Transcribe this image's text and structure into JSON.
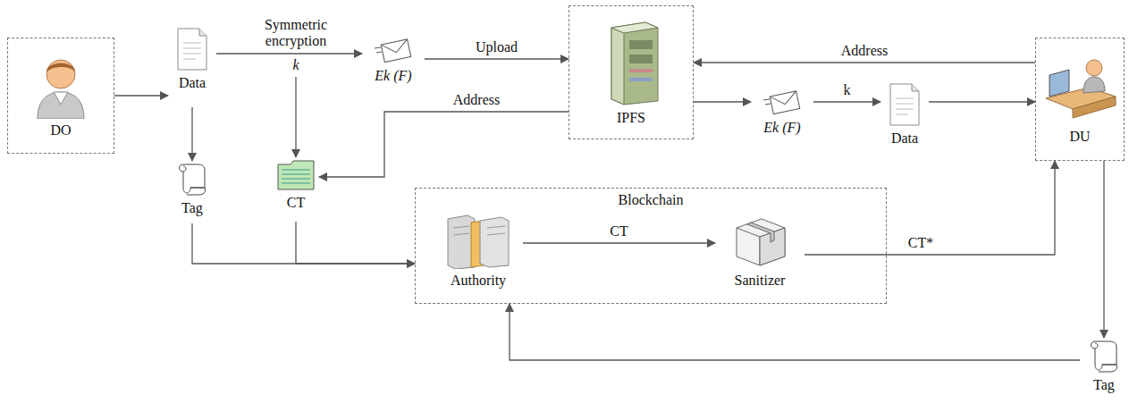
{
  "diagram": {
    "nodes": [
      {
        "text": [
          "DO"
        ]
      },
      {
        "text": [
          "Data"
        ]
      },
      {
        "text": [
          "Ek (F)"
        ]
      },
      {
        "text": [
          "IPFS"
        ]
      },
      {
        "text": [
          "Ek (F)"
        ]
      },
      {
        "text": [
          "Data"
        ]
      },
      {
        "text": [
          "DU"
        ]
      },
      {
        "text": [
          "Tag"
        ]
      },
      {
        "text": [
          "CT"
        ]
      },
      {
        "text": [
          "Blockchain"
        ]
      },
      {
        "text": [
          "Authority"
        ],
        "in": 9
      },
      {
        "text": [
          "Sanitizer"
        ],
        "in": 9
      },
      {
        "text": [
          "Tag"
        ]
      }
    ],
    "edges": [
      {
        "from": 0,
        "to": 1,
        "arrow": "to"
      },
      {
        "from": 1,
        "to": 2,
        "label": "Symmetric encryption",
        "arrow": "to"
      },
      {
        "from": 2,
        "to": 3,
        "label": "Upload",
        "arrow": "to"
      },
      {
        "from": 3,
        "to": 8,
        "label": "Address",
        "arrow": "to"
      },
      {
        "from": 6,
        "to": 3,
        "label": "Address",
        "arrow": "to"
      },
      {
        "from": 3,
        "to": 4,
        "arrow": "to"
      },
      {
        "from": 4,
        "to": 5,
        "label": "k",
        "arrow": "to"
      },
      {
        "from": 5,
        "to": 6,
        "arrow": "to"
      },
      {
        "from": 1,
        "to": 7,
        "arrow": "to"
      },
      {
        "from": 7,
        "to": 9,
        "arrow": "to"
      },
      {
        "from": 8,
        "to": 9,
        "arrow": "to"
      },
      {
        "from": 10,
        "to": 11,
        "label": "CT",
        "arrow": "to"
      },
      {
        "from": 11,
        "to": 6,
        "label": "CT*",
        "arrow": "to"
      },
      {
        "from": 6,
        "to": 12,
        "arrow": "to"
      },
      {
        "from": 12,
        "to": 9,
        "arrow": "to"
      }
    ],
    "labels": [
      "k"
    ]
  }
}
